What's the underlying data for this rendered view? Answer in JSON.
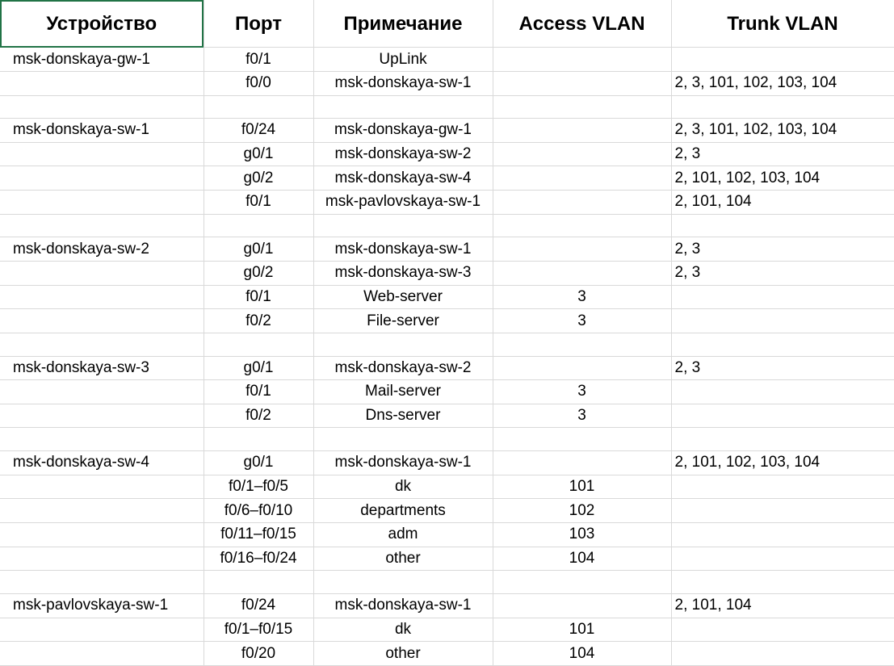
{
  "headers": {
    "device": "Устройство",
    "port": "Порт",
    "note": "Примечание",
    "access": "Access VLAN",
    "trunk": "Trunk VLAN"
  },
  "rows": [
    {
      "device": "msk-donskaya-gw-1",
      "port": "f0/1",
      "note": "UpLink",
      "access": "",
      "trunk": ""
    },
    {
      "device": "",
      "port": "f0/0",
      "note": "msk-donskaya-sw-1",
      "access": "",
      "trunk": "2, 3, 101, 102, 103, 104"
    },
    {
      "device": "",
      "port": "",
      "note": "",
      "access": "",
      "trunk": ""
    },
    {
      "device": "msk-donskaya-sw-1",
      "port": "f0/24",
      "note": "msk-donskaya-gw-1",
      "access": "",
      "trunk": "2, 3, 101, 102, 103, 104"
    },
    {
      "device": "",
      "port": "g0/1",
      "note": "msk-donskaya-sw-2",
      "access": "",
      "trunk": "2, 3"
    },
    {
      "device": "",
      "port": "g0/2",
      "note": "msk-donskaya-sw-4",
      "access": "",
      "trunk": "2, 101, 102, 103, 104"
    },
    {
      "device": "",
      "port": "f0/1",
      "note": "msk-pavlovskaya-sw-1",
      "access": "",
      "trunk": "2, 101, 104"
    },
    {
      "device": "",
      "port": "",
      "note": "",
      "access": "",
      "trunk": ""
    },
    {
      "device": "msk-donskaya-sw-2",
      "port": "g0/1",
      "note": "msk-donskaya-sw-1",
      "access": "",
      "trunk": "2, 3"
    },
    {
      "device": "",
      "port": "g0/2",
      "note": "msk-donskaya-sw-3",
      "access": "",
      "trunk": "2, 3"
    },
    {
      "device": "",
      "port": "f0/1",
      "note": "Web-server",
      "access": "3",
      "trunk": ""
    },
    {
      "device": "",
      "port": "f0/2",
      "note": "File-server",
      "access": "3",
      "trunk": ""
    },
    {
      "device": "",
      "port": "",
      "note": "",
      "access": "",
      "trunk": ""
    },
    {
      "device": "msk-donskaya-sw-3",
      "port": "g0/1",
      "note": "msk-donskaya-sw-2",
      "access": "",
      "trunk": "2, 3"
    },
    {
      "device": "",
      "port": "f0/1",
      "note": "Mail-server",
      "access": "3",
      "trunk": ""
    },
    {
      "device": "",
      "port": "f0/2",
      "note": "Dns-server",
      "access": "3",
      "trunk": ""
    },
    {
      "device": "",
      "port": "",
      "note": "",
      "access": "",
      "trunk": ""
    },
    {
      "device": "msk-donskaya-sw-4",
      "port": "g0/1",
      "note": "msk-donskaya-sw-1",
      "access": "",
      "trunk": "2, 101, 102, 103, 104"
    },
    {
      "device": "",
      "port": "f0/1–f0/5",
      "note": "dk",
      "access": "101",
      "trunk": ""
    },
    {
      "device": "",
      "port": "f0/6–f0/10",
      "note": "departments",
      "access": "102",
      "trunk": ""
    },
    {
      "device": "",
      "port": "f0/11–f0/15",
      "note": "adm",
      "access": "103",
      "trunk": ""
    },
    {
      "device": "",
      "port": "f0/16–f0/24",
      "note": "other",
      "access": "104",
      "trunk": ""
    },
    {
      "device": "",
      "port": "",
      "note": "",
      "access": "",
      "trunk": ""
    },
    {
      "device": "msk-pavlovskaya-sw-1",
      "port": "f0/24",
      "note": "msk-donskaya-sw-1",
      "access": "",
      "trunk": "2, 101, 104"
    },
    {
      "device": "",
      "port": "f0/1–f0/15",
      "note": "dk",
      "access": "101",
      "trunk": ""
    },
    {
      "device": "",
      "port": "f0/20",
      "note": "other",
      "access": "104",
      "trunk": ""
    }
  ]
}
